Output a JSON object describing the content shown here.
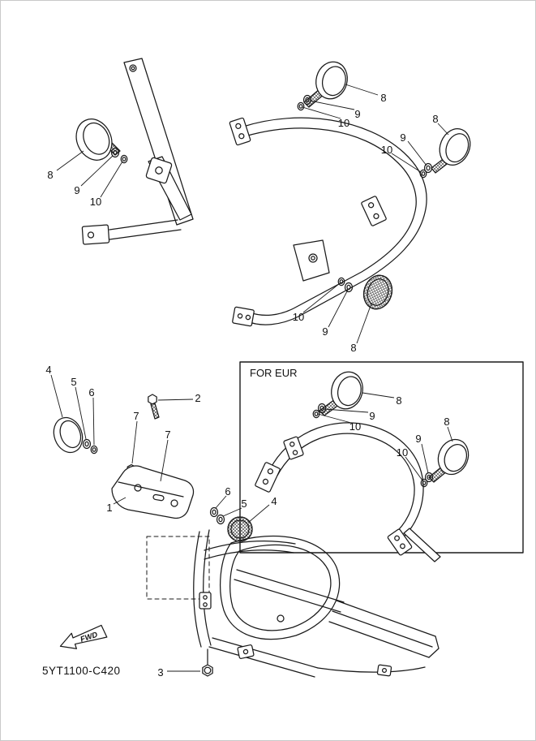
{
  "diagram": {
    "part_code": "5YT1100-C420",
    "fwd_label": "FWD",
    "for_eur_label": "FOR EUR"
  },
  "callouts": [
    {
      "label": "8"
    },
    {
      "label": "9"
    },
    {
      "label": "10"
    },
    {
      "label": "8"
    },
    {
      "label": "9"
    },
    {
      "label": "10"
    },
    {
      "label": "8"
    },
    {
      "label": "9"
    },
    {
      "label": "10"
    },
    {
      "label": "10"
    },
    {
      "label": "9"
    },
    {
      "label": "8"
    },
    {
      "label": "4"
    },
    {
      "label": "5"
    },
    {
      "label": "6"
    },
    {
      "label": "2"
    },
    {
      "label": "7"
    },
    {
      "label": "7"
    },
    {
      "label": "1"
    },
    {
      "label": "6"
    },
    {
      "label": "5"
    },
    {
      "label": "4"
    },
    {
      "label": "8"
    },
    {
      "label": "9"
    },
    {
      "label": "10"
    },
    {
      "label": "8"
    },
    {
      "label": "9"
    },
    {
      "label": "10"
    },
    {
      "label": "3"
    }
  ]
}
